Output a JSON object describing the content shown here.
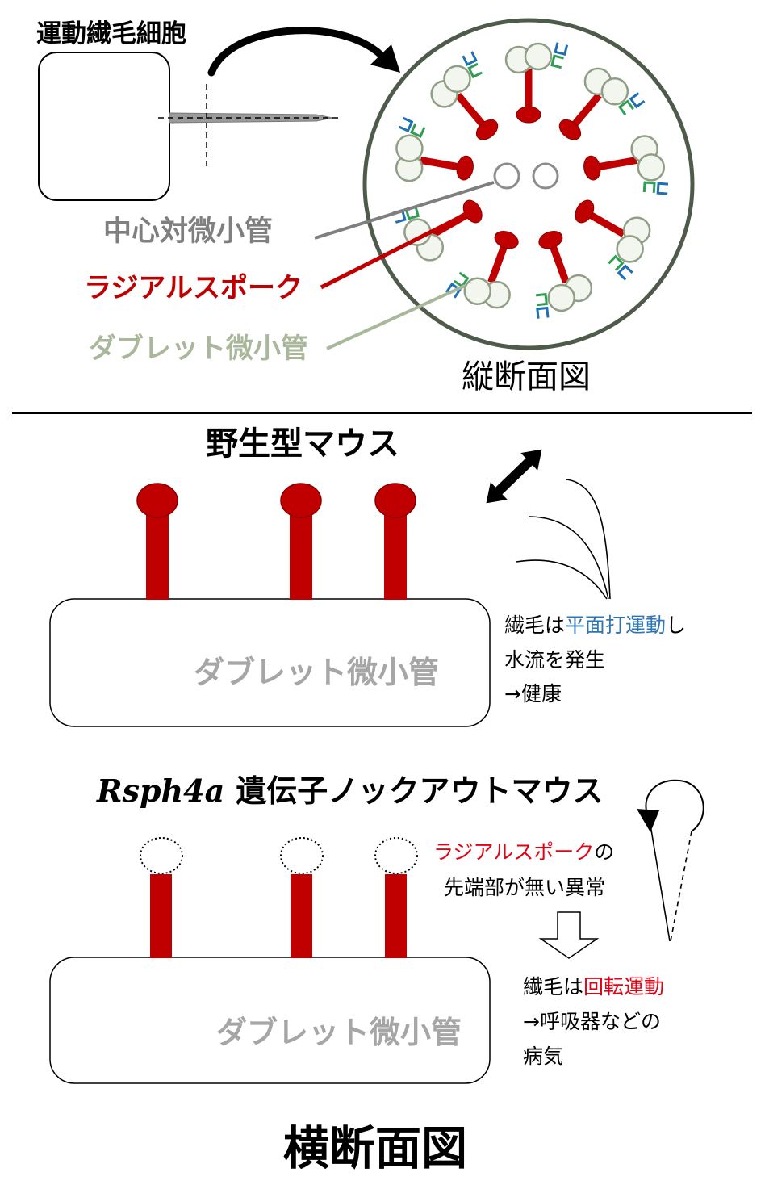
{
  "longitudinal": {
    "cell_label": "運動繊毛細胞",
    "central_pair_label": "中心対微小管",
    "radial_spoke_label": "ラジアルスポーク",
    "doublet_label": "ダブレット微小管",
    "title": "縦断面図"
  },
  "wild_type": {
    "title": "野生型マウス",
    "doublet_label": "ダブレット微小管",
    "note": {
      "prefix": "繊毛は",
      "motion": "平面打運動",
      "suffix": "し",
      "line2": "水流を発生",
      "line3": "→健康"
    }
  },
  "knockout": {
    "gene": "Rsph4a",
    "title": "遺伝子ノックアウトマウス",
    "doublet_label": "ダブレット微小管",
    "defect": {
      "spoke": "ラジアルスポーク",
      "particle": "の",
      "line2": "先端部が無い異常"
    },
    "note": {
      "prefix": "繊毛は",
      "motion": "回転運動",
      "line2": "→呼吸器などの",
      "line3": "病気"
    }
  },
  "cross_section_title": "横断面図",
  "colors": {
    "radial_spoke": "#c00000",
    "central_pair": "#7f7f7f",
    "doublet": "#a9b79b",
    "planar_beating": "#2e75b6",
    "rotational_beating": "#e60012",
    "doublet_box_text": "#a6a6a6",
    "dynein_outer": "#1f6fb5",
    "dynein_inner": "#2f9e55"
  }
}
